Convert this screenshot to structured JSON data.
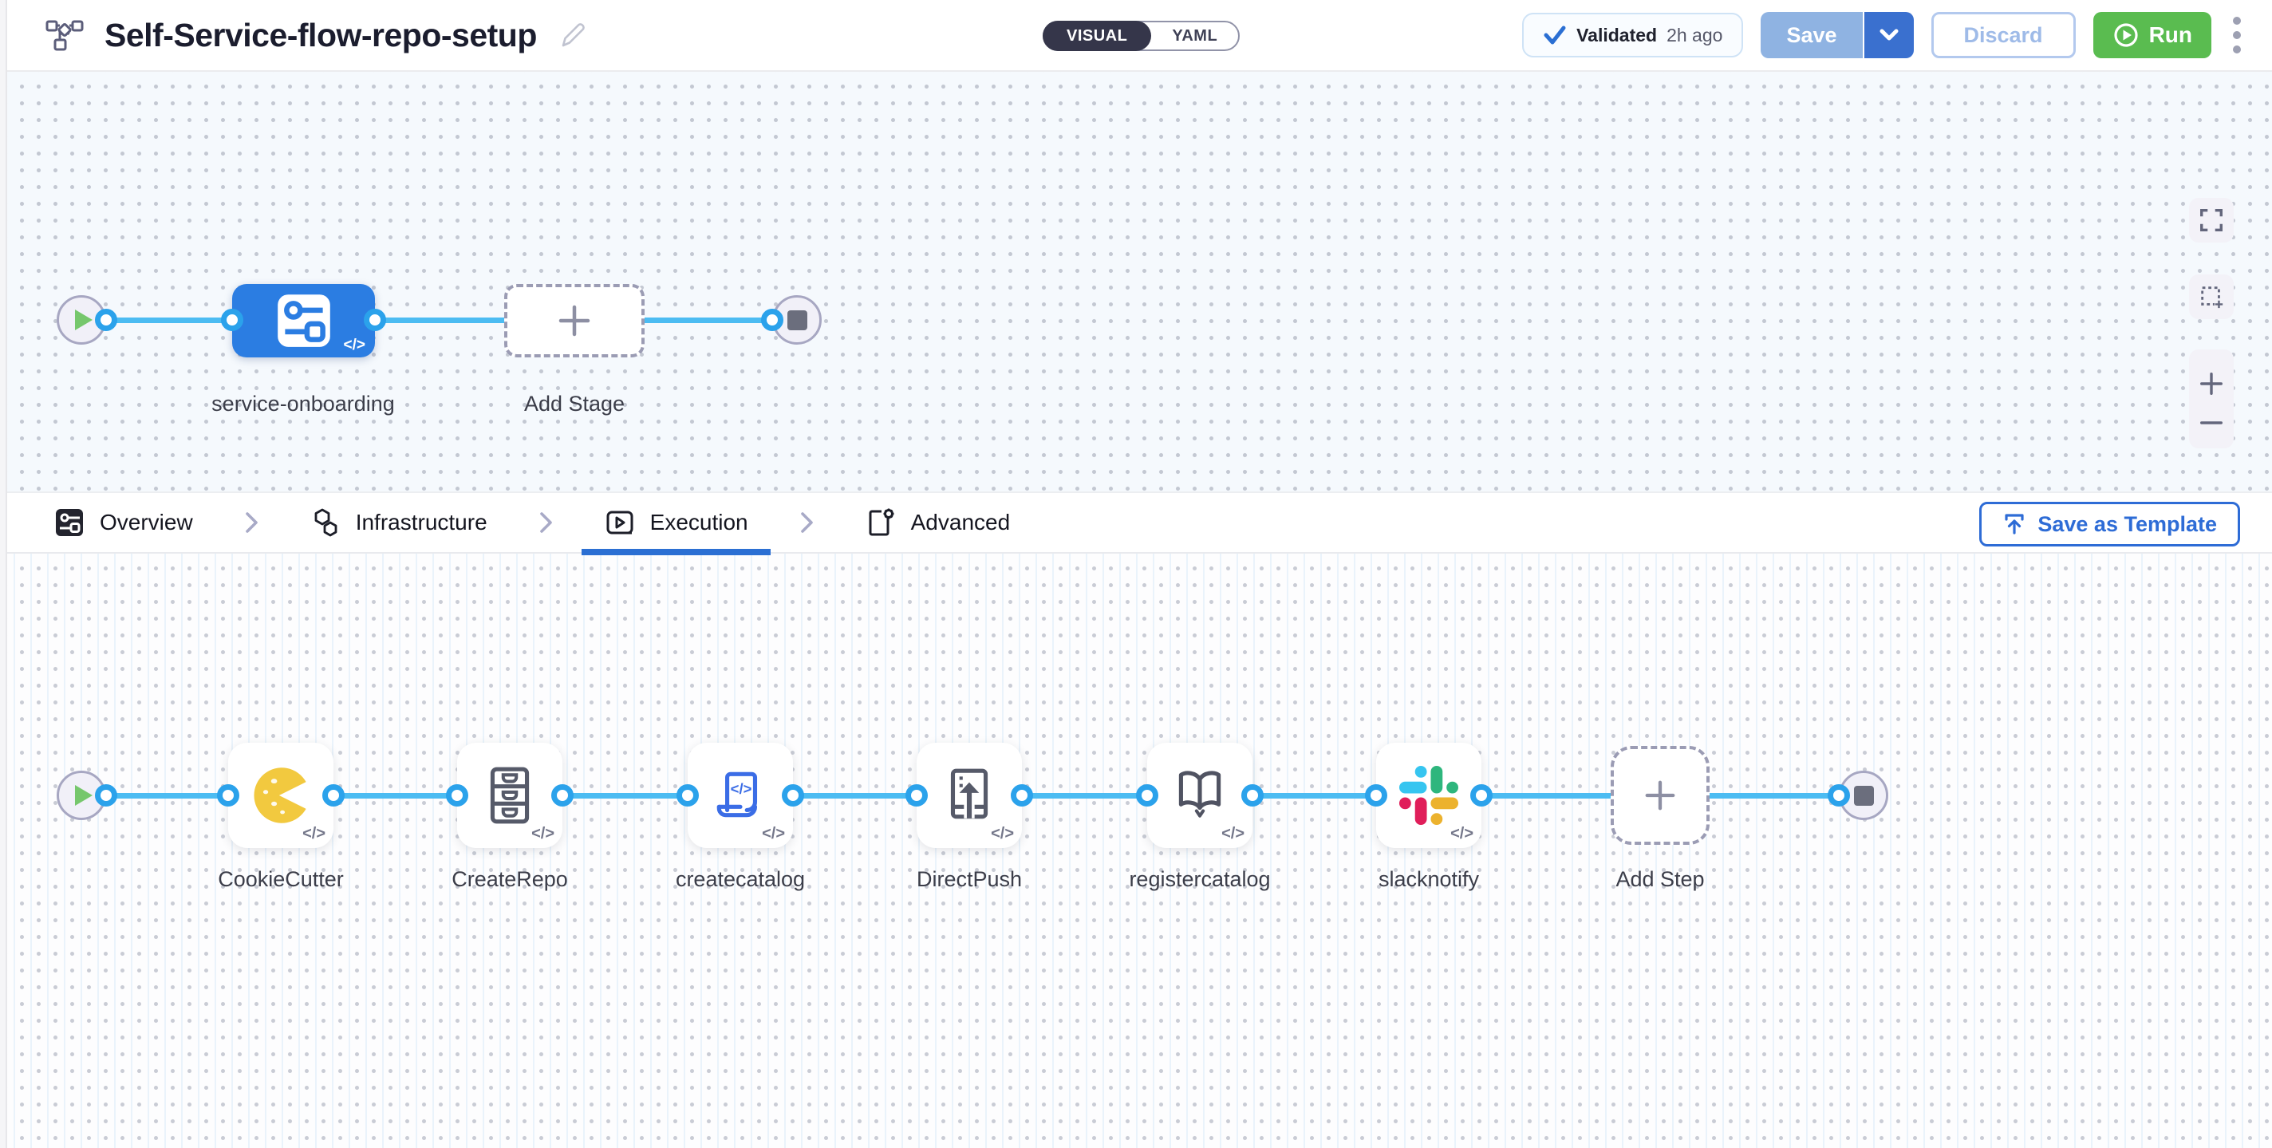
{
  "header": {
    "title": "Self-Service-flow-repo-setup",
    "mode_toggle": {
      "visual": "VISUAL",
      "yaml": "YAML",
      "selected": "VISUAL"
    },
    "validation_badge": {
      "label": "Validated",
      "time_ago": "2h ago"
    },
    "save_button": "Save",
    "discard_button": "Discard",
    "run_button": "Run"
  },
  "stage_canvas": {
    "stage_node": {
      "name": "service-onboarding",
      "type": "custom-stage",
      "code_badge": "</>"
    },
    "add_stage": {
      "label": "Add Stage"
    }
  },
  "tab_bar": {
    "tabs": [
      {
        "label": "Overview",
        "icon": "stage-overview-icon",
        "active": false
      },
      {
        "label": "Infrastructure",
        "icon": "infrastructure-icon",
        "active": false
      },
      {
        "label": "Execution",
        "icon": "execution-icon",
        "active": true
      },
      {
        "label": "Advanced",
        "icon": "advanced-icon",
        "active": false
      }
    ],
    "save_as_template": "Save as Template"
  },
  "execution_canvas": {
    "steps": [
      {
        "name": "CookieCutter",
        "icon": "cookiecutter-icon",
        "code_badge": "</>"
      },
      {
        "name": "CreateRepo",
        "icon": "repo-drawer-icon",
        "code_badge": "</>"
      },
      {
        "name": "createcatalog",
        "icon": "catalog-code-icon",
        "code_badge": "</>"
      },
      {
        "name": "DirectPush",
        "icon": "direct-push-icon",
        "code_badge": "</>"
      },
      {
        "name": "registercatalog",
        "icon": "register-catalog-book-icon",
        "code_badge": "</>"
      },
      {
        "name": "slacknotify",
        "icon": "slack-icon",
        "code_badge": "</>"
      }
    ],
    "add_step": {
      "label": "Add Step"
    }
  },
  "colors": {
    "accent_blue": "#2b6fd3",
    "stage_node_blue": "#2b7de2",
    "connector_blue": "#4cbcf2",
    "run_green": "#5abc50",
    "save_disabled_blue": "#8fb3e2",
    "save_dropdown_blue": "#3a70cf",
    "slack": [
      "#36C5F0",
      "#2EB67D",
      "#E01E5A",
      "#ECB22E"
    ],
    "cookiecutter_yellow": "#f2c93f"
  }
}
